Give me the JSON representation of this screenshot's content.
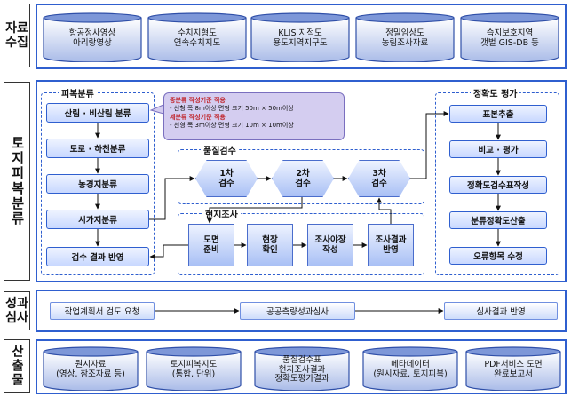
{
  "sections": {
    "collection": {
      "label": "자료\n수집"
    },
    "classification": {
      "label": "토지피복분류"
    },
    "review": {
      "label": "성과\n심사"
    },
    "output": {
      "label": "산출물"
    }
  },
  "collection_items": [
    "항공정사영상\n아리랑영상",
    "수치지형도\n연속수치지도",
    "KLIS 지적도\n용도지역지구도",
    "정밀임상도\n농림조사자료",
    "습지보호지역\n갯벌 GIS-DB 등"
  ],
  "classification": {
    "left_group_title": "피복분류",
    "left_steps": [
      "산림 · 비산림 분류",
      "도로 · 하천분류",
      "농경지분류",
      "시가지분류",
      "검수 결과 반영"
    ],
    "note": {
      "line1_red": "중분류 작성기준 적용",
      "line2": "- 선형 폭 8m이상     면형 크기 50m × 50m이상",
      "line3_red": "세분류 작성기준 적용",
      "line4": "- 선형 폭 3m이상     면형 크기 10m × 10m이상"
    },
    "quality_title": "품질검수",
    "quality_stages": [
      "1차\n검수",
      "2차\n검수",
      "3차\n검수"
    ],
    "field_title": "현지조사",
    "field_steps": [
      "도면\n준비",
      "현장\n확인",
      "조사야장\n작성",
      "조사결과\n반영"
    ],
    "right_group_title": "정확도 평가",
    "right_steps": [
      "표본추출",
      "비교 · 평가",
      "정확도검수표작성",
      "분류정확도산출",
      "오류항목 수정"
    ]
  },
  "review": [
    "작업계획서 검도 요청",
    "공공측량성과심사",
    "심사결과 반영"
  ],
  "outputs": [
    "원시자료\n(영상, 참조자료 등)",
    "토지피복지도\n(통합, 단위)",
    "품질검수표\n현지조사결과\n정확도평가결과",
    "메타데이터\n(원시자료, 토지피복)",
    "PDF서비스 도면\n완료보고서"
  ],
  "colors": {
    "frame": "#2f5fcf",
    "note_bg": "#d4cdf0",
    "note_red": "#c0262d"
  }
}
